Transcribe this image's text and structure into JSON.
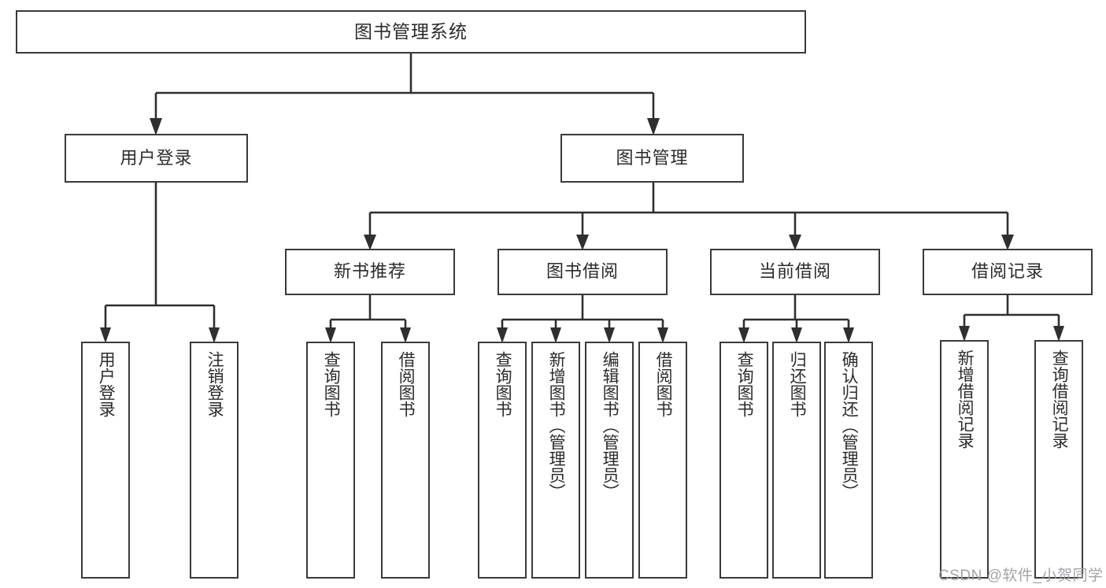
{
  "diagram": {
    "title": "图书管理系统",
    "type": "tree-hierarchy",
    "orientation": "top-down",
    "colors": {
      "node_border": "#3a3a3a",
      "node_fill": "#ffffff",
      "edge": "#2f2f2f",
      "text": "#2b2b2b",
      "watermark": "#9aa0a6",
      "background": "#ffffff"
    }
  },
  "root": {
    "label": "图书管理系统"
  },
  "level1": [
    {
      "label": "用户登录"
    },
    {
      "label": "图书管理"
    }
  ],
  "level2": [
    {
      "label": "新书推荐"
    },
    {
      "label": "图书借阅"
    },
    {
      "label": "当前借阅"
    },
    {
      "label": "借阅记录"
    }
  ],
  "leaves": {
    "user_login": [
      {
        "label": "用户登录"
      },
      {
        "label": "注销登录"
      }
    ],
    "new_book": [
      {
        "label": "查询图书"
      },
      {
        "label": "借阅图书"
      }
    ],
    "book_borrow": [
      {
        "label": "查询图书"
      },
      {
        "label": "新增图书（管理员）"
      },
      {
        "label": "编辑图书（管理员）"
      },
      {
        "label": "借阅图书"
      }
    ],
    "current_borrow": [
      {
        "label": "查询图书"
      },
      {
        "label": "归还图书"
      },
      {
        "label": "确认归还（管理员）"
      }
    ],
    "borrow_record": [
      {
        "label": "新增借阅记录"
      },
      {
        "label": "查询借阅记录"
      }
    ]
  },
  "watermark": {
    "text": "CSDN @软件_小贺同学"
  }
}
